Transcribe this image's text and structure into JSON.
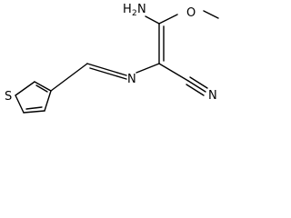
{
  "molecule": {
    "atoms": {
      "amino": {
        "main": "H",
        "subscript": "2",
        "tail": "N"
      },
      "methoxy_oxygen": "O",
      "imine_nitrogen": "N",
      "nitrile_nitrogen": "N",
      "sulfur": "S"
    }
  }
}
